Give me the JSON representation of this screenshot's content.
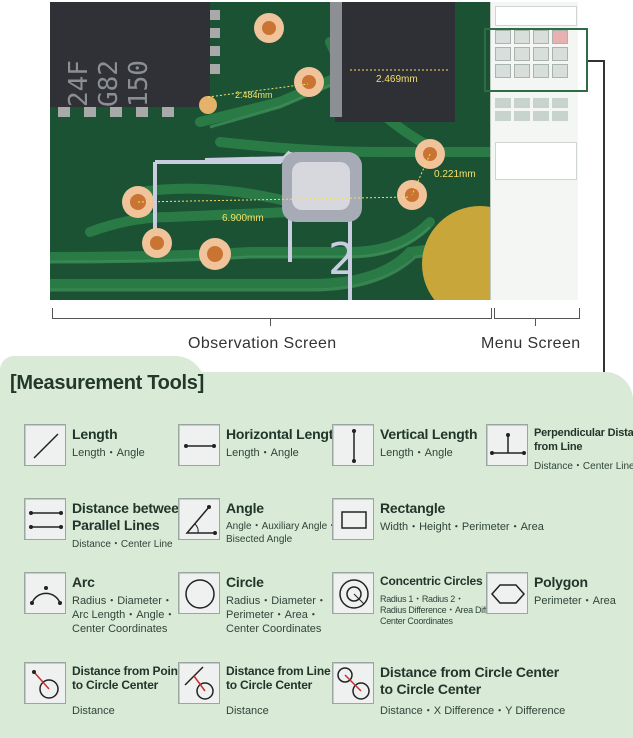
{
  "screenshot": {
    "measurements": [
      "2.484mm",
      "2.469mm",
      "0.221mm",
      "6.900mm"
    ],
    "chip_text": [
      "24F",
      "G82",
      "150"
    ],
    "silkscreen_digit": "2"
  },
  "labels": {
    "observation": "Observation Screen",
    "menu": "Menu Screen"
  },
  "panel": {
    "title": "[Measurement Tools]",
    "tools": [
      {
        "name": "Length",
        "desc": [
          "Length・Angle"
        ]
      },
      {
        "name": "Horizontal Length",
        "desc": [
          "Length・Angle"
        ]
      },
      {
        "name": "Vertical Length",
        "desc": [
          "Length・Angle"
        ]
      },
      {
        "name": [
          "Perpendicular Distance",
          "from Line"
        ],
        "desc": [
          "Distance・Center Line"
        ]
      },
      {
        "name": [
          "Distance between",
          "Parallel Lines"
        ],
        "desc": [
          "Distance・Center Line"
        ]
      },
      {
        "name": "Angle",
        "desc": [
          "Angle・Auxiliary Angle・",
          "Bisected Angle"
        ]
      },
      {
        "name": "Rectangle",
        "desc": [
          "Width・Height・Perimeter・Area"
        ]
      },
      {
        "name": [
          "Distance from Point",
          "to Circle Center"
        ],
        "desc": [
          "Distance"
        ]
      },
      {
        "name": "Arc",
        "desc": [
          "Radius・Diameter・",
          "Arc Length・Angle・",
          "Center Coordinates"
        ]
      },
      {
        "name": "Circle",
        "desc": [
          "Radius・Diameter・",
          "Perimeter・Area・",
          "Center Coordinates"
        ]
      },
      {
        "name": "Concentric Circles",
        "desc": [
          "Radius 1・Radius 2・",
          "Radius Difference・Area Difference・",
          "Center Coordinates"
        ]
      },
      {
        "name": "Polygon",
        "desc": [
          "Perimeter・Area"
        ]
      },
      {
        "name": [
          "Distance from Line",
          "to Circle Center"
        ],
        "desc": [
          "Distance"
        ]
      },
      {
        "name": [
          "Distance from Circle Center",
          "to Circle Center"
        ],
        "desc": [
          "Distance・X Difference・Y Difference"
        ]
      }
    ]
  }
}
